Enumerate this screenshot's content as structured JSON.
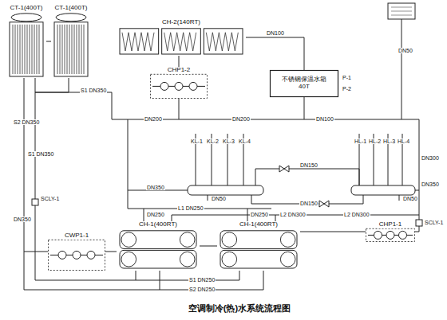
{
  "diagram": {
    "caption": "空调制冷(热)水系统流程图",
    "nodes": [
      {
        "text": [
          "CT-1(400T)"
        ]
      },
      {
        "text": [
          "CT-1(400T)"
        ]
      },
      {
        "text": [
          "CH-2(140RT)"
        ]
      },
      {
        "text": [
          "CHP1-2"
        ]
      },
      {
        "text": [
          "不锈钢保温水箱",
          "40T"
        ]
      },
      {
        "text": [
          "CH-1(400RT)"
        ]
      },
      {
        "text": [
          "CH-1(400RT)"
        ]
      },
      {
        "text": [
          "CWP1-1"
        ]
      },
      {
        "text": [
          "CHP1-1"
        ]
      }
    ],
    "edges": [
      {
        "from": 2,
        "to": 4,
        "arrow": "none",
        "label": "DN100"
      },
      {
        "from": 3,
        "to": 2,
        "arrow": "none"
      },
      {
        "from": 7,
        "to": 5,
        "arrow": "none"
      },
      {
        "from": 5,
        "to": 6,
        "arrow": "none"
      },
      {
        "from": 0,
        "to": 1,
        "arrow": "none"
      },
      {
        "from": 8,
        "to": 6,
        "arrow": "none"
      }
    ],
    "labels": [
      "S1 DN350",
      "S2 DN350",
      "S1 DN350",
      "DN200",
      "DN200",
      "DN100",
      "DN50",
      "KL-1",
      "KL-2",
      "KL-3",
      "KL-4",
      "HL-1",
      "HL-2",
      "HL-3",
      "HL-4",
      "DN350",
      "DN150",
      "DN150",
      "DN350",
      "DN50",
      "DN50",
      "DN300",
      "SCLY-1",
      "SCLY-1",
      "L1 DN250",
      "L2 DN300",
      "L2 DN300",
      "S1 DN250",
      "S2 DN250",
      "DN350",
      "DN250",
      "DN250",
      "P-1",
      "P-2"
    ]
  }
}
